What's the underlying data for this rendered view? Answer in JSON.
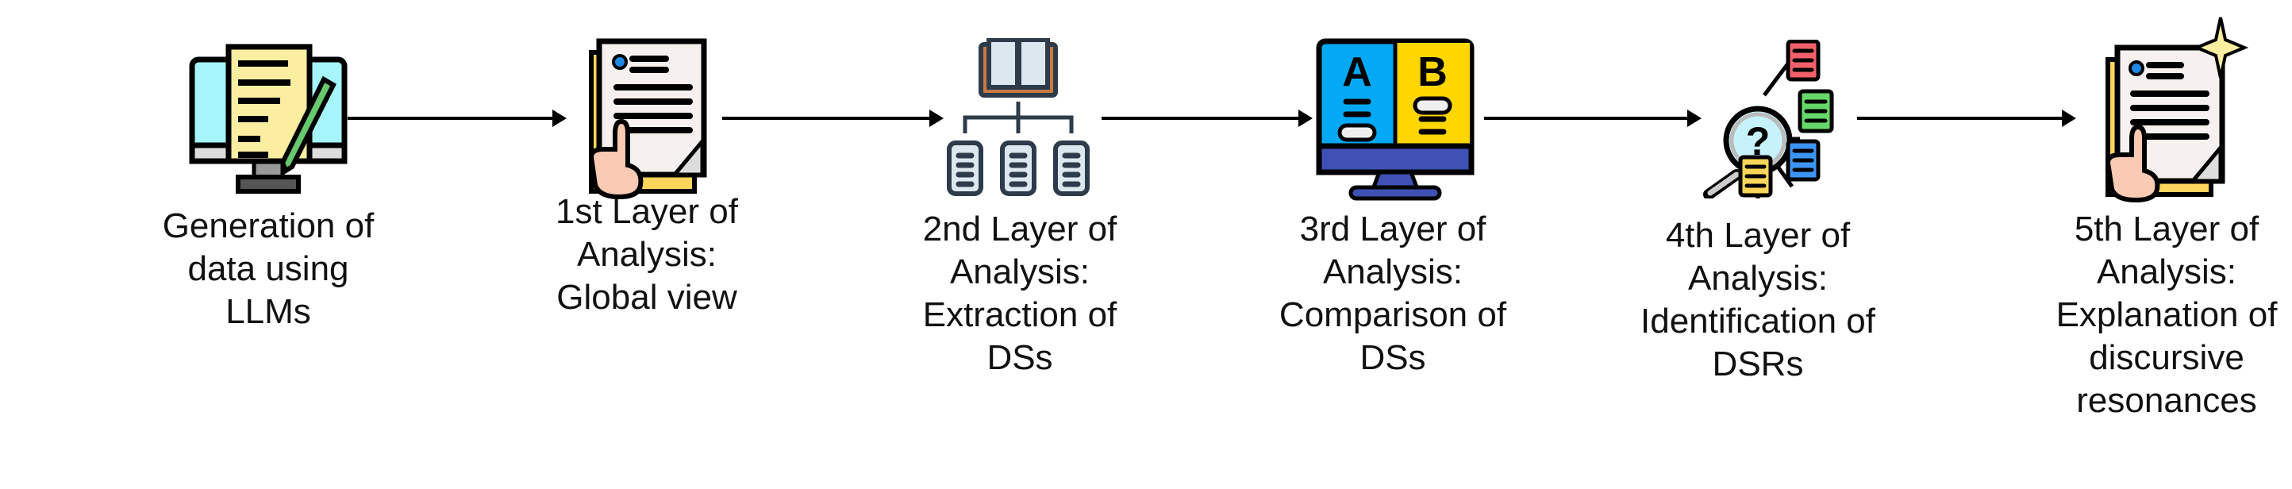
{
  "steps": [
    {
      "icon": "computer-edit-icon",
      "lines": [
        "Generation of",
        "data using",
        "LLMs"
      ]
    },
    {
      "icon": "document-touch-icon",
      "lines": [
        "1st Layer of",
        "Analysis:",
        "Global view"
      ]
    },
    {
      "icon": "book-hierarchy-icon",
      "lines": [
        "2nd Layer of",
        "Analysis:",
        "Extraction of",
        "DSs"
      ]
    },
    {
      "icon": "ab-comparison-monitor-icon",
      "lines": [
        "3rd Layer of",
        "Analysis:",
        "Comparison of",
        "DSs"
      ]
    },
    {
      "icon": "magnifier-network-icon",
      "lines": [
        "4th Layer of",
        "Analysis:",
        "Identification of",
        "DSRs"
      ]
    },
    {
      "icon": "document-sparkle-icon",
      "lines": [
        "5th Layer of",
        "Analysis:",
        "Explanation of",
        "discursive",
        "resonances"
      ]
    }
  ],
  "icon_letters": {
    "a": "A",
    "b": "B",
    "question": "?"
  },
  "colors": {
    "blue": "#03a9f4",
    "yellow": "#ffd600",
    "navy": "#3f51b5",
    "paper": "#fbeea0",
    "screen": "#a5f5fb",
    "green": "#66c96e",
    "red": "#f2616b"
  }
}
